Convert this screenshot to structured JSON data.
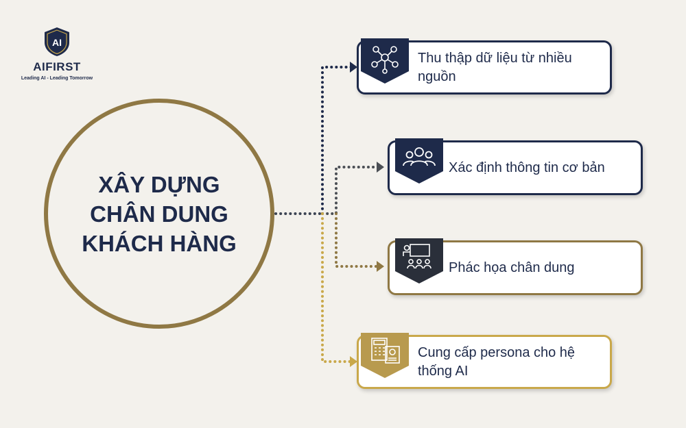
{
  "logo": {
    "mark": "AI",
    "name": "AIFIRST",
    "tagline": "Leading AI - Leading Tomorrow"
  },
  "center": {
    "title_line1": "XÂY DỰNG",
    "title_line2": "CHÂN DUNG",
    "title_line3": "KHÁCH HÀNG"
  },
  "steps": [
    {
      "label_line1": "Thu thập dữ liệu từ nhiều",
      "label_line2": "nguồn",
      "icon": "network-people-icon",
      "color": "#1e2a4a"
    },
    {
      "label_line1": "Xác định thông tin cơ bản",
      "label_line2": "",
      "icon": "people-group-icon",
      "color": "#1e2a4a"
    },
    {
      "label_line1": "Phác họa chân dung",
      "label_line2": "",
      "icon": "presentation-icon",
      "color": "#8f7844"
    },
    {
      "label_line1": "Cung cấp persona cho hệ",
      "label_line2": "thống AI",
      "icon": "calculator-document-icon",
      "color": "#c9a84a"
    }
  ],
  "colors": {
    "navy": "#1e2a4a",
    "gold_dark": "#8f7844",
    "gold_light": "#c9a84a",
    "background": "#f3f1ec"
  }
}
